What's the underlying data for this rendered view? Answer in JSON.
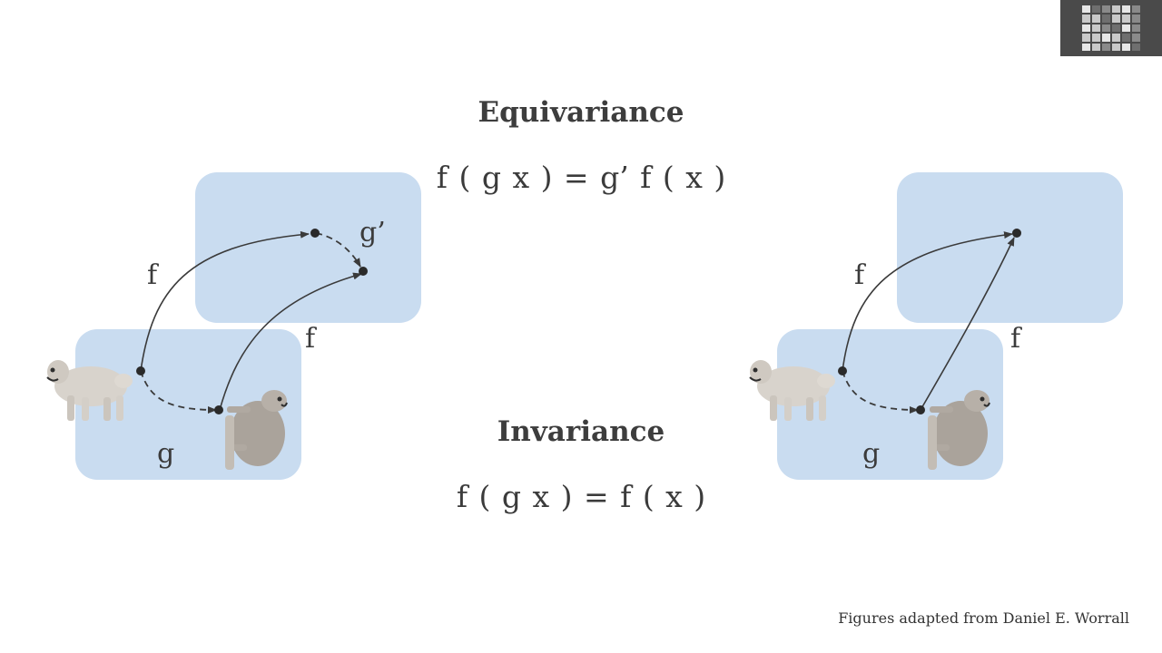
{
  "equivariance": {
    "title": "Equivariance",
    "formula": "f ( g x ) = g’ f ( x )"
  },
  "invariance": {
    "title": "Invariance",
    "formula": "f ( g x ) = f ( x )"
  },
  "left_diagram": {
    "label_f_top": "f",
    "label_f_bottom": "f",
    "label_g": "g",
    "label_g_prime": "g’"
  },
  "right_diagram": {
    "label_f_top": "f",
    "label_f_bottom": "f",
    "label_g": "g"
  },
  "credit": "Figures adapted from Daniel E. Worrall",
  "colors": {
    "box_fill": "#c9dcf0",
    "arrow": "#3a3a3a",
    "text": "#3d3d3d"
  }
}
